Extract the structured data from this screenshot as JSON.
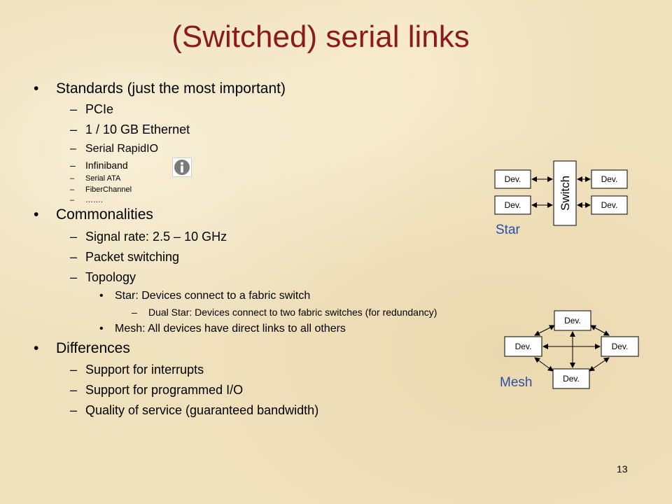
{
  "slide": {
    "title": "(Switched) serial links",
    "page_number": "13"
  },
  "bullets": {
    "standards": {
      "label": "Standards (just the most important)",
      "items": [
        "PCIe",
        "1 / 10 GB Ethernet",
        "Serial RapidIO",
        "Infiniband",
        "Serial ATA",
        "FiberChannel",
        "……."
      ]
    },
    "commonalities": {
      "label": "Commonalities",
      "items": [
        "Signal rate: 2.5 – 10 GHz",
        "Packet switching",
        "Topology"
      ],
      "topology": {
        "star": "Star: Devices connect to a fabric switch",
        "dual_star": "Dual Star: Devices connect to two fabric switches (for redundancy)",
        "mesh": "Mesh: All devices have direct links to all others"
      }
    },
    "differences": {
      "label": "Differences",
      "items": [
        "Support for interrupts",
        "Support for programmed I/O",
        "Quality of service (guaranteed bandwidth)"
      ]
    }
  },
  "markers": {
    "bullet": "•",
    "dash": "–"
  },
  "star_diagram": {
    "caption": "Star",
    "switch_label": "Switch",
    "devices": [
      "Dev.",
      "Dev.",
      "Dev.",
      "Dev."
    ]
  },
  "mesh_diagram": {
    "caption": "Mesh",
    "devices": [
      "Dev.",
      "Dev.",
      "Dev.",
      "Dev."
    ]
  },
  "icons": {
    "info": "info-icon"
  },
  "colors": {
    "title": "#8b1a1a",
    "caption": "#2a4faa",
    "box_fill": "#ffffff"
  }
}
